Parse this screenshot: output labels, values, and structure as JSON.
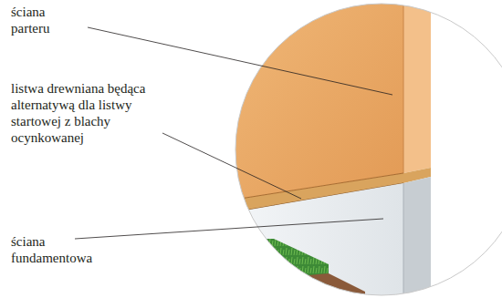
{
  "diagram": {
    "labels": [
      "ściana parteru",
      "listwa drewniana będąca alternatywą dla listwy startowej z blachy ocynkowanej",
      "ściana fundamentowa"
    ]
  }
}
